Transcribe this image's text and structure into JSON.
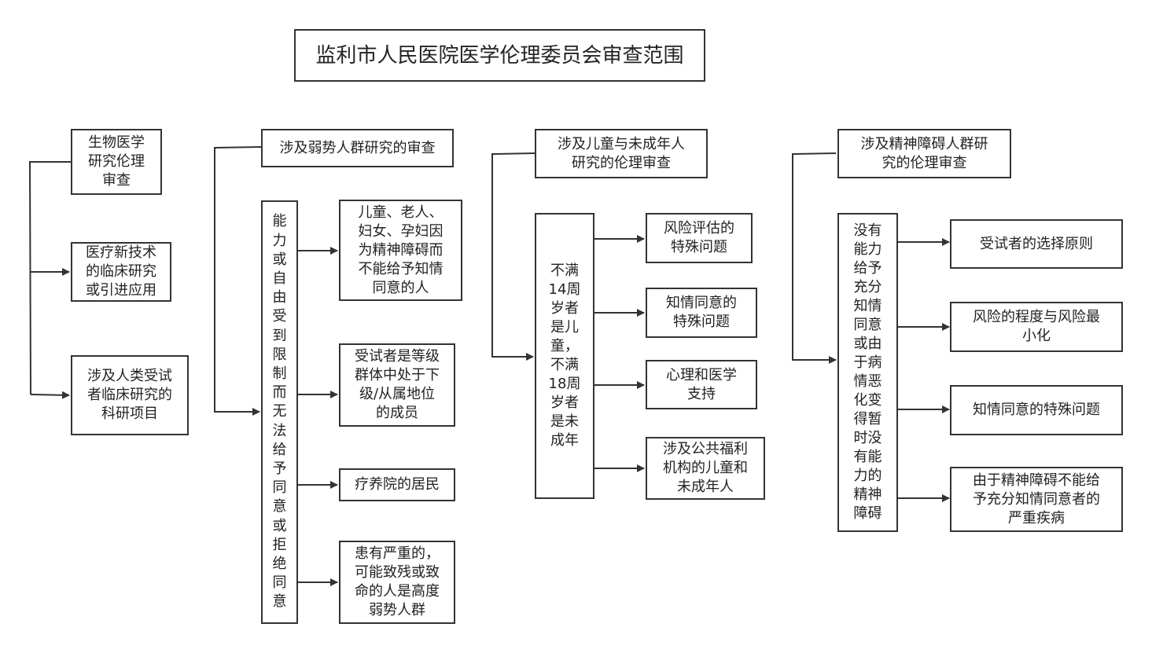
{
  "title": "监利市人民医院医学伦理委员会审查范围",
  "col1": {
    "items": [
      "生物医学\n研究伦理\n审查",
      "医疗新技术\n的临床研究\n或引进应用",
      "涉及人类受试\n者临床研究的\n科研项目"
    ]
  },
  "col2": {
    "header": "涉及弱势人群研究的审查",
    "group": "能\n力\n或\n自\n由\n受\n到\n限\n制\n而\n无\n法\n给\n予\n同\n意\n或\n拒\n绝\n同\n意",
    "items": [
      "儿童、老人、\n妇女、孕妇因\n为精神障碍而\n不能给予知情\n同意的人",
      "受试者是等级\n群体中处于下\n级/从属地位\n的成员",
      "疗养院的居民",
      "患有严重的，\n可能致残或致\n命的人是高度\n弱势人群"
    ]
  },
  "col3": {
    "header": "涉及儿童与未成年人\n研究的伦理审查",
    "group": "不满\n14周\n岁者\n是儿\n童，\n不满\n18周\n岁者\n是未\n成年",
    "items": [
      "风险评估的\n特殊问题",
      "知情同意的\n特殊问题",
      "心理和医学\n支持",
      "涉及公共福利\n机构的儿童和\n未成年人"
    ]
  },
  "col4": {
    "header": "涉及精神障碍人群研\n究的伦理审查",
    "group": "没有\n能力\n给予\n充分\n知情\n同意\n或由\n于病\n情恶\n化变\n得暂\n时没\n有能\n力的\n精神\n障碍",
    "items": [
      "受试者的选择原则",
      "风险的程度与风险最\n小化",
      "知情同意的特殊问题",
      "由于精神障碍不能给\n予充分知情同意者的\n严重疾病"
    ]
  }
}
